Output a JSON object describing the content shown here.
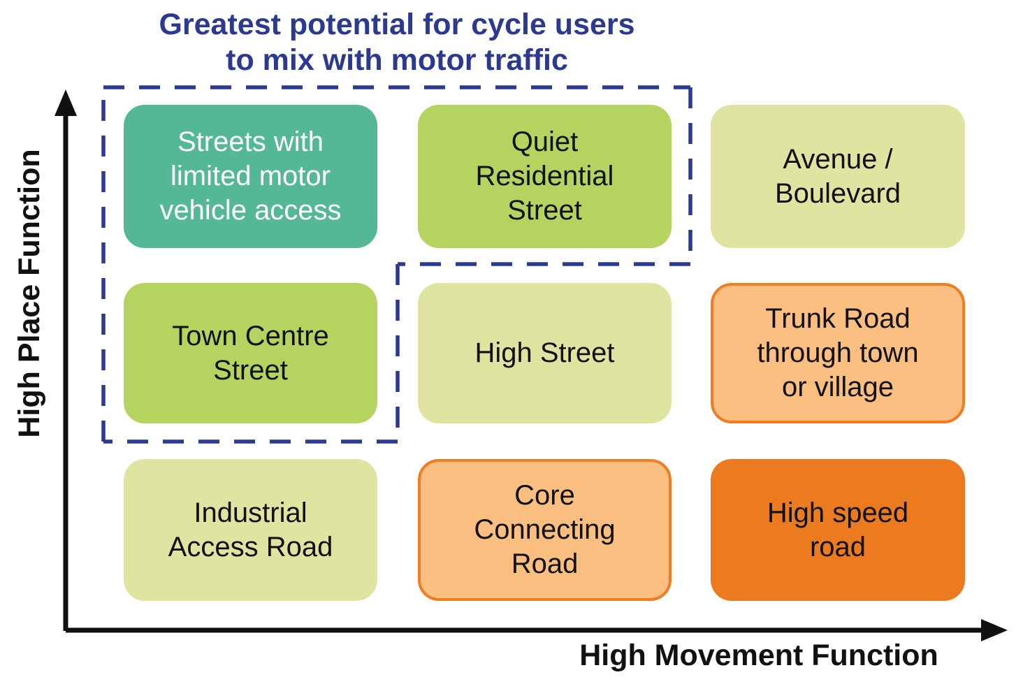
{
  "title": {
    "text": "Greatest potential for cycle users\nto mix with motor traffic",
    "color": "#2B3990"
  },
  "axes": {
    "x_label": "High Movement Function",
    "y_label": "High Place Function",
    "color": "#111111"
  },
  "dashed_region": {
    "color": "#2B3990"
  },
  "matrix": {
    "rows": 3,
    "cols": 3,
    "boxes": [
      {
        "label": "Streets with\nlimited motor\nvehicle access",
        "fill": "#55B895",
        "text_color": "#FFFFFF"
      },
      {
        "label": "Quiet\nResidential\nStreet",
        "fill": "#B5D35F",
        "text_color": "#111111"
      },
      {
        "label": "Avenue /\nBoulevard",
        "fill": "#DFE5A1",
        "text_color": "#111111"
      },
      {
        "label": "Town Centre\nStreet",
        "fill": "#B5D35F",
        "text_color": "#111111"
      },
      {
        "label": "High Street",
        "fill": "#DFE5A1",
        "text_color": "#111111"
      },
      {
        "label": "Trunk Road\nthrough town\nor village",
        "fill": "#F9BE80",
        "text_color": "#111111",
        "border_color": "#EE7D23"
      },
      {
        "label": "Industrial\nAccess Road",
        "fill": "#DFE5A1",
        "text_color": "#111111"
      },
      {
        "label": "Core\nConnecting\nRoad",
        "fill": "#F9BE80",
        "text_color": "#111111",
        "border_color": "#EE7D23"
      },
      {
        "label": "High speed\nroad",
        "fill": "#EC7A1E",
        "text_color": "#111111"
      }
    ]
  }
}
